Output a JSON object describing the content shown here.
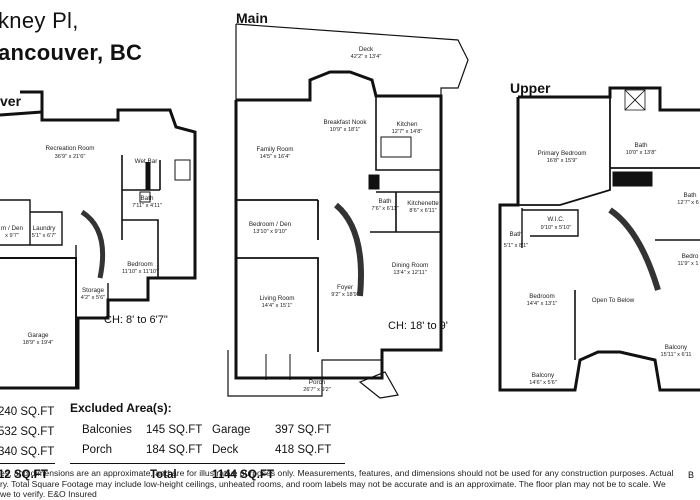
{
  "header": {
    "street": "kney Pl,",
    "city": "ancouver, BC"
  },
  "levels": {
    "lower": "ver",
    "main": "Main",
    "upper": "Upper"
  },
  "rooms": {
    "recreation": {
      "name": "Recreation Room",
      "dim": "36'9\" x 21'6\""
    },
    "wetbar": {
      "name": "Wet Bar"
    },
    "bath_lower": {
      "name": "Bath",
      "dim": "7'11\" x 4'11\""
    },
    "den_lower": {
      "name": "m / Den",
      "dim": "x 9'7\""
    },
    "laundry": {
      "name": "Laundry",
      "dim": "5'1\" x 6'7\""
    },
    "bedroom_lower": {
      "name": "Bedroom",
      "dim": "11'10\" x 11'10\""
    },
    "storage": {
      "name": "Storage",
      "dim": "4'2\" x 5'6\""
    },
    "garage": {
      "name": "Garage",
      "dim": "18'9\" x 19'4\""
    },
    "deck": {
      "name": "Deck",
      "dim": "42'2\" x 13'4\""
    },
    "breakfast": {
      "name": "Breakfast Nook",
      "dim": "10'9\" x 18'1\""
    },
    "kitchen": {
      "name": "Kitchen",
      "dim": "12'7\" x 14'8\""
    },
    "family": {
      "name": "Family Room",
      "dim": "14'5\" x 16'4\""
    },
    "bath_main": {
      "name": "Bath",
      "dim": "7'6\" x 6'11\""
    },
    "kitchenette": {
      "name": "Kitchenette",
      "dim": "8'6\" x 6'11\""
    },
    "bedroom_den_main": {
      "name": "Bedroom / Den",
      "dim": "13'10\" x 9'10\""
    },
    "foyer": {
      "name": "Foyer",
      "dim": "9'2\" x 18'9\""
    },
    "dining": {
      "name": "Dining Room",
      "dim": "13'4\" x 12'11\""
    },
    "living": {
      "name": "Living Room",
      "dim": "14'4\" x 15'1\""
    },
    "porch": {
      "name": "Porch",
      "dim": "26'7\" x 9'2\""
    },
    "primary": {
      "name": "Primary Bedroom",
      "dim": "16'8\" x 15'9\""
    },
    "bath_upper1": {
      "name": "Bath",
      "dim": "10'0\" x 13'8\""
    },
    "bath_upper2": {
      "name": "Bath",
      "dim": "12'7\" x 6"
    },
    "wic": {
      "name": "W.I.C.",
      "dim": "9'10\" x 5'10\""
    },
    "bath_upper3": {
      "name": "Bath",
      "dim": "5'1\" x 8'1\""
    },
    "bedroom_upper1": {
      "name": "Bedroom",
      "dim": "14'4\" x 13'1\""
    },
    "open_below": {
      "name": "Open To Below"
    },
    "bedroom_upper2": {
      "name": "Bedro",
      "dim": "11'9\" x 1"
    },
    "balcony1": {
      "name": "Balcony",
      "dim": "14'6\" x 5'6\""
    },
    "balcony2": {
      "name": "Balcony",
      "dim": "15'11\" x 6'11"
    }
  },
  "ceilings": {
    "lower": "CH: 8' to 6'7\"",
    "main": "CH: 18' to 9'"
  },
  "areas": {
    "rows": [
      "240 SQ.FT",
      "532 SQ.FT",
      "340 SQ.FT"
    ],
    "total": "12 SQ.FT"
  },
  "excluded": {
    "title": "Excluded Area(s):",
    "items": [
      {
        "label": "Balconies",
        "value": "145 SQ.FT"
      },
      {
        "label": "Garage",
        "value": "397 SQ.FT"
      },
      {
        "label": "Porch",
        "value": "184 SQ.FT"
      },
      {
        "label": "Deck",
        "value": "418 SQ.FT"
      }
    ],
    "total_label": "Total",
    "total_value": "1144 SQ.FT"
  },
  "disclaimer": {
    "line1": "es, and dimensions are an approximate, and are for illustrative purposes only. Measurements, features, and dimensions should not be used for any construction purposes. Actual",
    "line2": "ry. Total Square Footage may include low-height ceilings, unheated rooms, and room labels may not be accurate and is an approximate. The floor plan may not be to scale. We",
    "line3": "we to verify. E&O Insured",
    "corner": "B"
  }
}
